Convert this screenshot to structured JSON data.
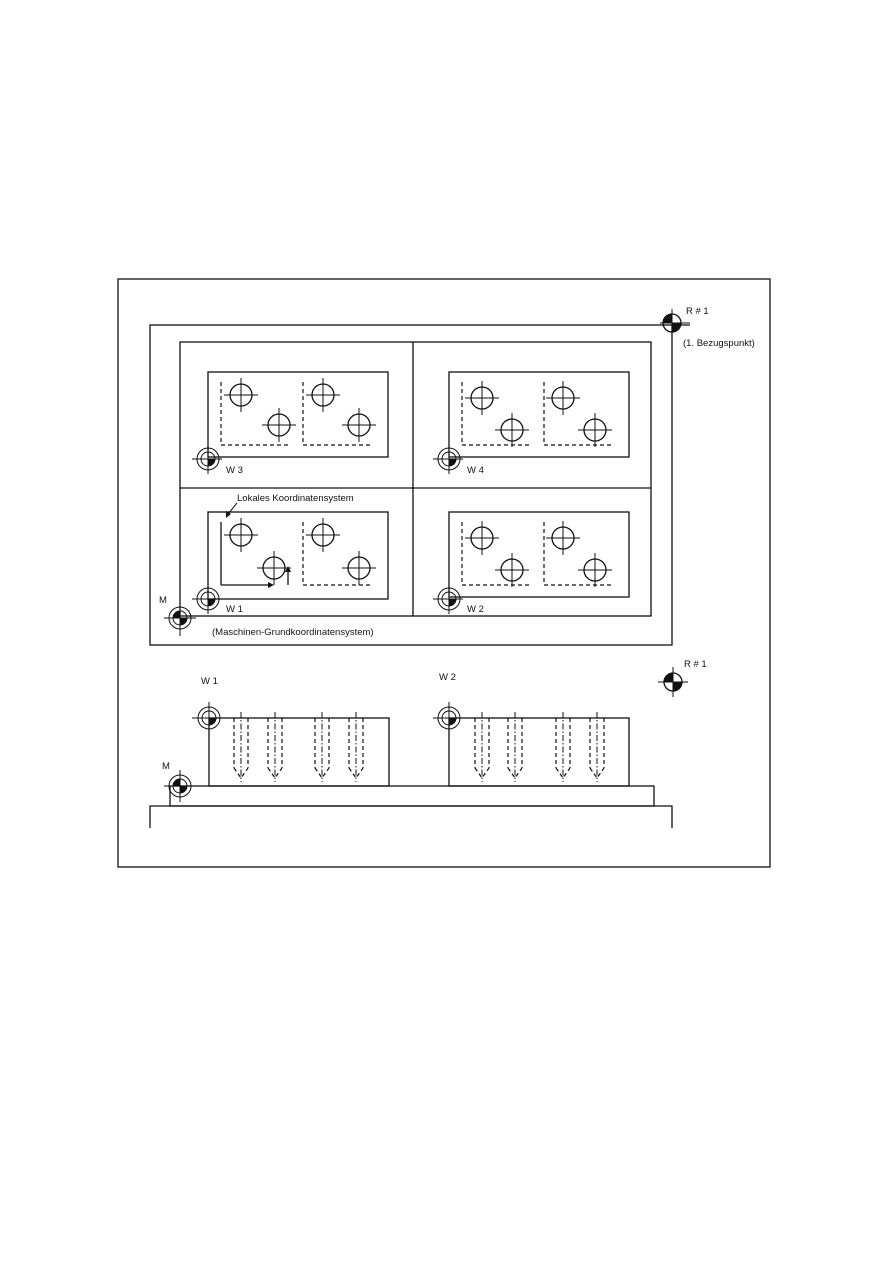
{
  "labels": {
    "ref_point": "R # 1",
    "ref_point_note": "(1. Bezugspunkt)",
    "local_coord_note": "Lokales Koordinatensystem",
    "machine_origin": "M",
    "machine_coord_note": "(Maschinen-Grundkoordinatensystem)",
    "w1": "W 1",
    "w2": "W 2",
    "w3": "W 3",
    "w4": "W 4",
    "side_w1": "W 1",
    "side_w2": "W 2",
    "side_machine_origin": "M",
    "side_ref_point": "R # 1"
  }
}
